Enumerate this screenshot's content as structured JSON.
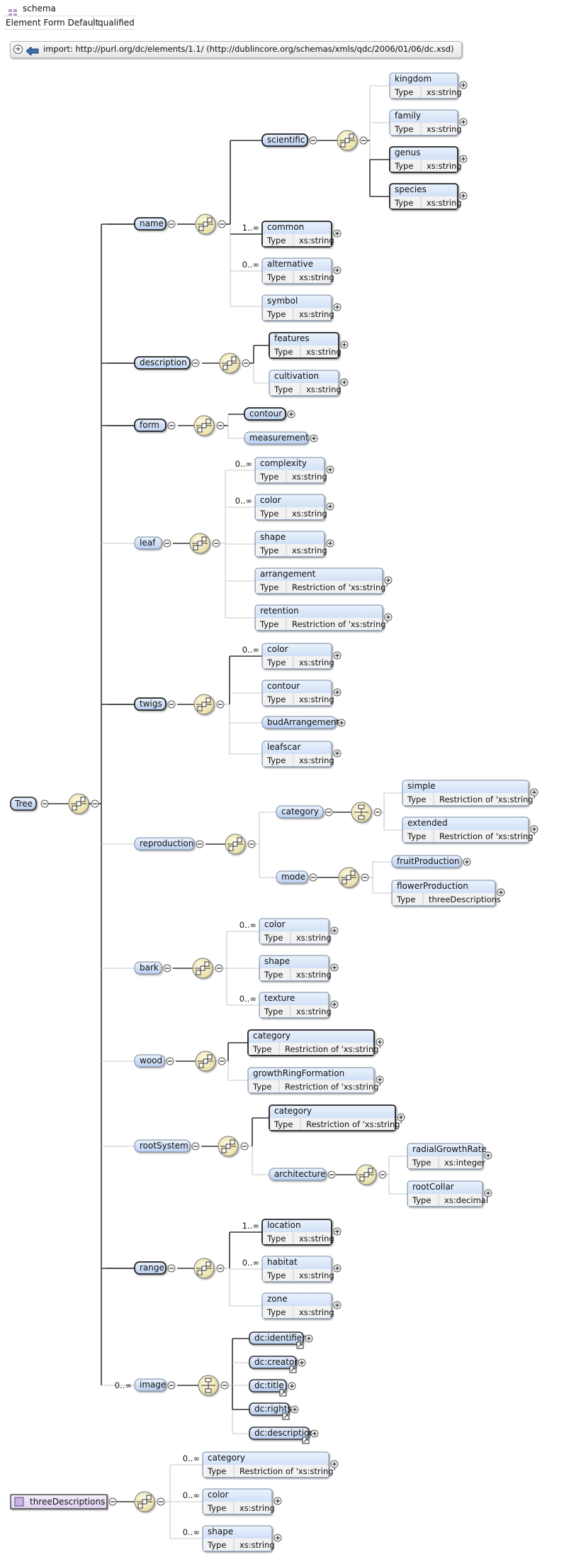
{
  "header": {
    "schema_label": "schema",
    "attr_name": "Element Form Default",
    "attr_value": "qualified",
    "import_text": "import: http://purl.org/dc/elements/1.1/ (http://dublincore.org/schemas/xmls/qdc/2006/01/06/dc.xsd)"
  },
  "labels": {
    "type": "Type"
  },
  "root": {
    "name": "Tree"
  },
  "complex_type": {
    "name": "threeDescriptions"
  },
  "elements": [
    {
      "id": "name",
      "name": "name"
    },
    {
      "id": "scientific",
      "name": "scientific"
    },
    {
      "id": "kingdom",
      "name": "kingdom",
      "type": "xs:string"
    },
    {
      "id": "family",
      "name": "family",
      "type": "xs:string"
    },
    {
      "id": "genus",
      "name": "genus",
      "type": "xs:string"
    },
    {
      "id": "species",
      "name": "species",
      "type": "xs:string"
    },
    {
      "id": "common",
      "name": "common",
      "type": "xs:string",
      "occ": "1..∞"
    },
    {
      "id": "alternative",
      "name": "alternative",
      "type": "xs:string",
      "occ": "0..∞"
    },
    {
      "id": "symbol",
      "name": "symbol",
      "type": "xs:string"
    },
    {
      "id": "description",
      "name": "description"
    },
    {
      "id": "features",
      "name": "features",
      "type": "xs:string"
    },
    {
      "id": "cultivation",
      "name": "cultivation",
      "type": "xs:string"
    },
    {
      "id": "form",
      "name": "form"
    },
    {
      "id": "contour1",
      "name": "contour"
    },
    {
      "id": "measurement",
      "name": "measurement"
    },
    {
      "id": "leaf",
      "name": "leaf"
    },
    {
      "id": "complexity",
      "name": "complexity",
      "type": "xs:string",
      "occ": "0..∞"
    },
    {
      "id": "leafcolor",
      "name": "color",
      "type": "xs:string",
      "occ": "0..∞"
    },
    {
      "id": "leafshape",
      "name": "shape",
      "type": "xs:string"
    },
    {
      "id": "arrangement",
      "name": "arrangement",
      "type": "Restriction of 'xs:string'"
    },
    {
      "id": "retention",
      "name": "retention",
      "type": "Restriction of 'xs:string'"
    },
    {
      "id": "twigs",
      "name": "twigs"
    },
    {
      "id": "twigcolor",
      "name": "color",
      "type": "xs:string",
      "occ": "0..∞"
    },
    {
      "id": "twigcontour",
      "name": "contour",
      "type": "xs:string"
    },
    {
      "id": "budArrangement",
      "name": "budArrangement"
    },
    {
      "id": "leafscar",
      "name": "leafscar",
      "type": "xs:string"
    },
    {
      "id": "reproduction",
      "name": "reproduction"
    },
    {
      "id": "repcategory",
      "name": "category"
    },
    {
      "id": "simple",
      "name": "simple",
      "type": "Restriction of 'xs:string'"
    },
    {
      "id": "extended",
      "name": "extended",
      "type": "Restriction of 'xs:string'"
    },
    {
      "id": "mode",
      "name": "mode"
    },
    {
      "id": "fruitProduction",
      "name": "fruitProduction"
    },
    {
      "id": "flowerProduction",
      "name": "flowerProduction",
      "type": "threeDescriptions"
    },
    {
      "id": "bark",
      "name": "bark"
    },
    {
      "id": "barkcolor",
      "name": "color",
      "type": "xs:string",
      "occ": "0..∞"
    },
    {
      "id": "barkshape",
      "name": "shape",
      "type": "xs:string"
    },
    {
      "id": "barktexture",
      "name": "texture",
      "type": "xs:string",
      "occ": "0..∞"
    },
    {
      "id": "wood",
      "name": "wood"
    },
    {
      "id": "woodcategory",
      "name": "category",
      "type": "Restriction of 'xs:string'"
    },
    {
      "id": "growthRingFormation",
      "name": "growthRingFormation",
      "type": "Restriction of 'xs:string'"
    },
    {
      "id": "rootSystem",
      "name": "rootSystem"
    },
    {
      "id": "rootcategory",
      "name": "category",
      "type": "Restriction of 'xs:string'"
    },
    {
      "id": "architecture",
      "name": "architecture"
    },
    {
      "id": "radialGrowthRate",
      "name": "radialGrowthRate",
      "type": "xs:integer"
    },
    {
      "id": "rootCollar",
      "name": "rootCollar",
      "type": "xs:decimal"
    },
    {
      "id": "range",
      "name": "range"
    },
    {
      "id": "location",
      "name": "location",
      "type": "xs:string",
      "occ": "1..∞"
    },
    {
      "id": "habitat",
      "name": "habitat",
      "type": "xs:string",
      "occ": "0..∞"
    },
    {
      "id": "zone",
      "name": "zone",
      "type": "xs:string"
    },
    {
      "id": "image",
      "name": "image",
      "occ": "0..∞"
    },
    {
      "id": "dcidentifier",
      "name": "dc:identifier"
    },
    {
      "id": "dccreator",
      "name": "dc:creator"
    },
    {
      "id": "dctitle",
      "name": "dc:title"
    },
    {
      "id": "dcrights",
      "name": "dc:rights"
    },
    {
      "id": "dcdescription",
      "name": "dc:description"
    },
    {
      "id": "tdcategory",
      "name": "category",
      "type": "Restriction of 'xs:string'",
      "occ": "0..∞"
    },
    {
      "id": "tdcolor",
      "name": "color",
      "type": "xs:string",
      "occ": "0..∞"
    },
    {
      "id": "tdshape",
      "name": "shape",
      "type": "xs:string",
      "occ": "0..∞"
    }
  ]
}
